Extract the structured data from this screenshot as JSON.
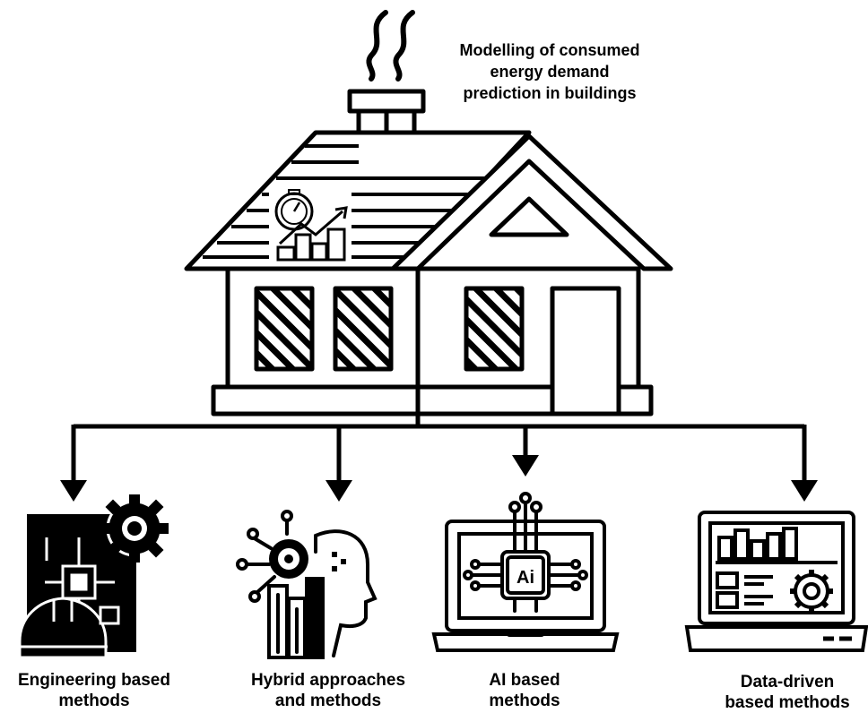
{
  "title": {
    "lines": [
      "Modelling of consumed",
      "energy demand",
      "prediction in buildings"
    ]
  },
  "methods": [
    {
      "icon": "engineering-blueprint-gear-helmet-icon",
      "lines": [
        "Engineering based",
        "methods"
      ]
    },
    {
      "icon": "hybrid-gear-head-icon",
      "lines": [
        "Hybrid approaches",
        "and methods"
      ]
    },
    {
      "icon": "ai-laptop-chip-icon",
      "lines": [
        "AI based",
        "methods"
      ]
    },
    {
      "icon": "data-driven-laptop-dashboard-icon",
      "lines": [
        "Data-driven",
        "based methods"
      ]
    }
  ],
  "house": {
    "icon": "house-icon",
    "roof_badge": "energy-gauge-bar-chart-icon"
  }
}
